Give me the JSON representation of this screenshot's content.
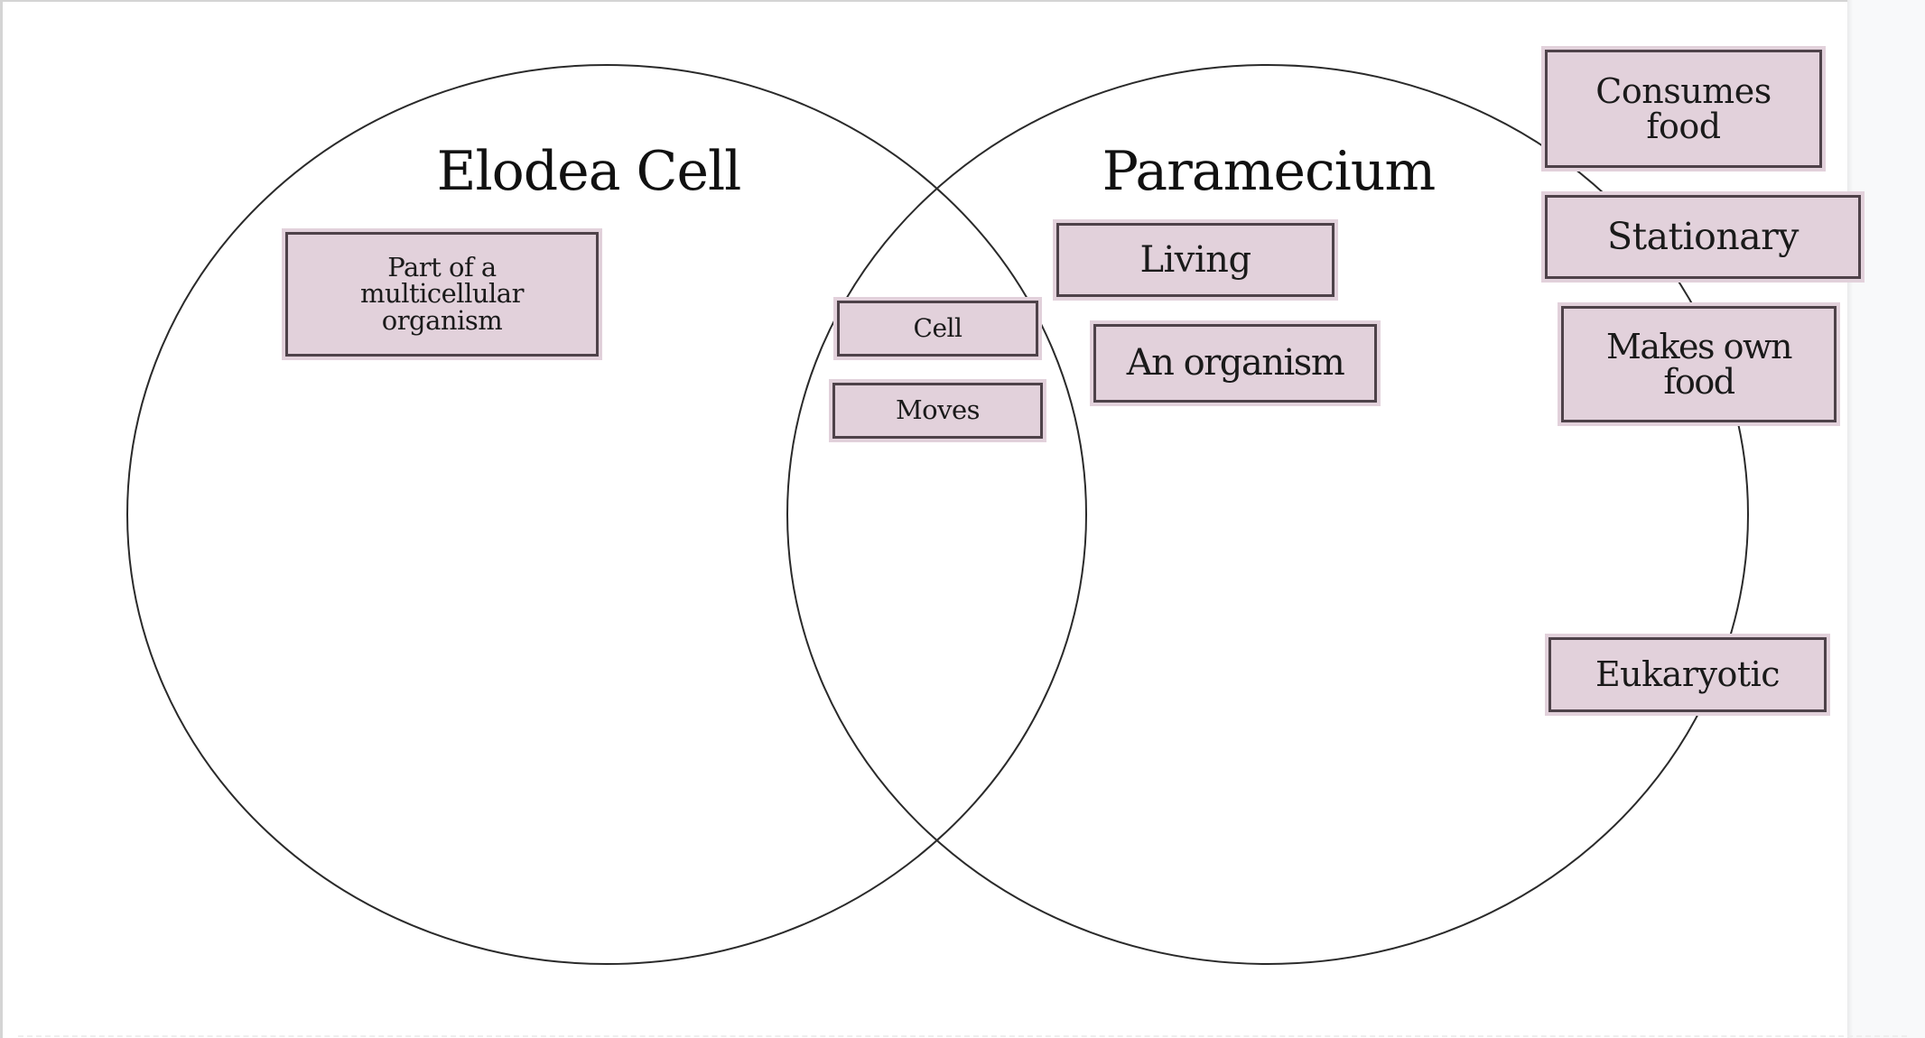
{
  "diagram": {
    "type": "venn",
    "sets": [
      {
        "id": "left",
        "title": "Elodea Cell"
      },
      {
        "id": "right",
        "title": "Paramecium"
      }
    ],
    "items": [
      {
        "id": "part-of-multicellular",
        "label": "Part of a multicellular organism",
        "region": "left-only"
      },
      {
        "id": "cell",
        "label": "Cell",
        "region": "overlap"
      },
      {
        "id": "moves",
        "label": "Moves",
        "region": "overlap"
      },
      {
        "id": "living",
        "label": "Living",
        "region": "right-only"
      },
      {
        "id": "an-organism",
        "label": "An organism",
        "region": "right-only"
      },
      {
        "id": "consumes-food",
        "label": "Consumes food",
        "region": "unplaced"
      },
      {
        "id": "stationary",
        "label": "Stationary",
        "region": "unplaced"
      },
      {
        "id": "makes-own-food",
        "label": "Makes own food",
        "region": "unplaced"
      },
      {
        "id": "eukaryotic",
        "label": "Eukaryotic",
        "region": "unplaced"
      }
    ]
  },
  "labels": {
    "left_title": "Elodea Cell",
    "right_title": "Paramecium",
    "part_of_a": "Part of a",
    "multicellular": "multicellular",
    "organism": "organism",
    "cell": "Cell",
    "moves": "Moves",
    "living": "Living",
    "an_organism": "An organism",
    "consumes": "Consumes",
    "food": "food",
    "stationary": "Stationary",
    "makes_own": "Makes own",
    "eukaryotic": "Eukaryotic"
  },
  "colors": {
    "card_fill": "#e2d1db",
    "card_border": "#4e4249",
    "circle_stroke": "#2a2a2a",
    "canvas": "#ffffff",
    "side_panel": "#f8f9fa"
  }
}
